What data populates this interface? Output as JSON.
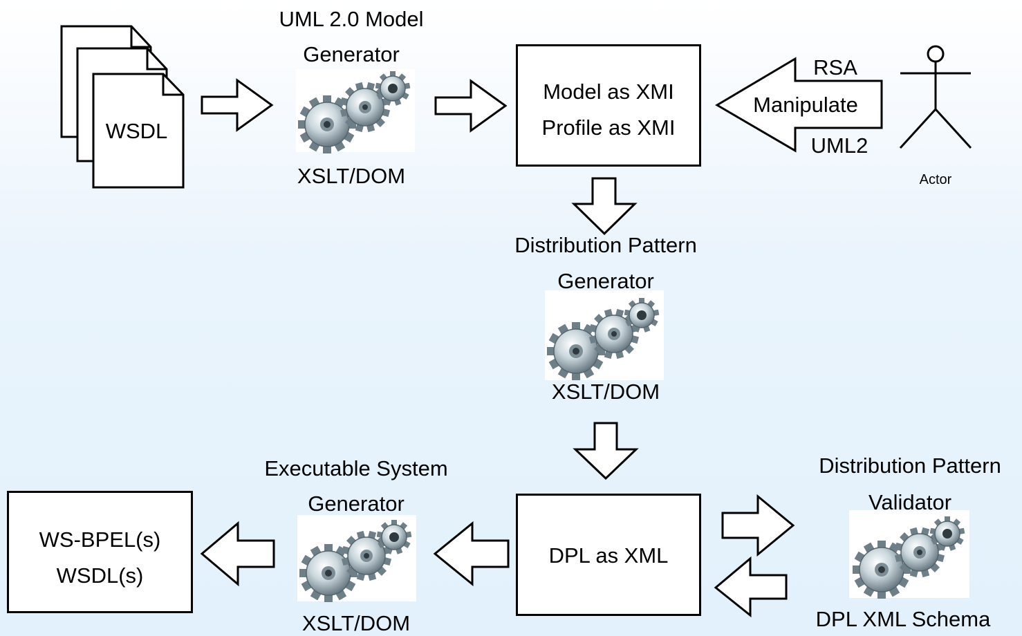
{
  "wsdl_stack": {
    "label": "WSDL"
  },
  "uml_generator": {
    "title_line1": "UML 2.0 Model",
    "title_line2": "Generator",
    "tech": "XSLT/DOM"
  },
  "model_box": {
    "line1": "Model as XMI",
    "line2": "Profile as XMI"
  },
  "manipulate_arrow": {
    "top": "RSA",
    "middle": "Manipulate",
    "bottom": "UML2"
  },
  "actor": {
    "label": "Actor"
  },
  "dp_generator": {
    "title_line1": "Distribution Pattern",
    "title_line2": "Generator",
    "tech": "XSLT/DOM"
  },
  "dpl_box": {
    "label": "DPL as XML"
  },
  "exec_generator": {
    "title_line1": "Executable System",
    "title_line2": "Generator",
    "tech": "XSLT/DOM"
  },
  "output_box": {
    "line1": "WS-BPEL(s)",
    "line2": "WSDL(s)"
  },
  "validator": {
    "title_line1": "Distribution Pattern",
    "title_line2": "Validator",
    "schema": "DPL XML Schema"
  }
}
